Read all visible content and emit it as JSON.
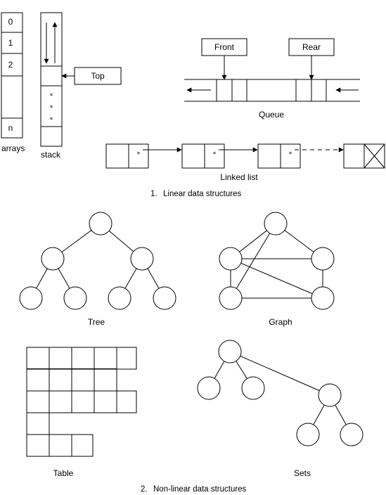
{
  "arrays": {
    "cells": [
      "0",
      "1",
      "2",
      "",
      "n"
    ],
    "label": "arrays"
  },
  "stack": {
    "stars": [
      "*",
      "*",
      "*"
    ],
    "label": "stack",
    "top_label": "Top"
  },
  "queue": {
    "front_label": "Front",
    "rear_label": "Rear",
    "label": "Queue"
  },
  "linked_list": {
    "pointer": "*",
    "label": "Linked list"
  },
  "captions": {
    "linear_num": "1.",
    "linear": "Linear data structures",
    "nonlinear_num": "2.",
    "nonlinear": "Non-linear data structures"
  },
  "tree": {
    "label": "Tree"
  },
  "graph": {
    "label": "Graph"
  },
  "table": {
    "label": "Table"
  },
  "sets": {
    "label": "Sets"
  }
}
